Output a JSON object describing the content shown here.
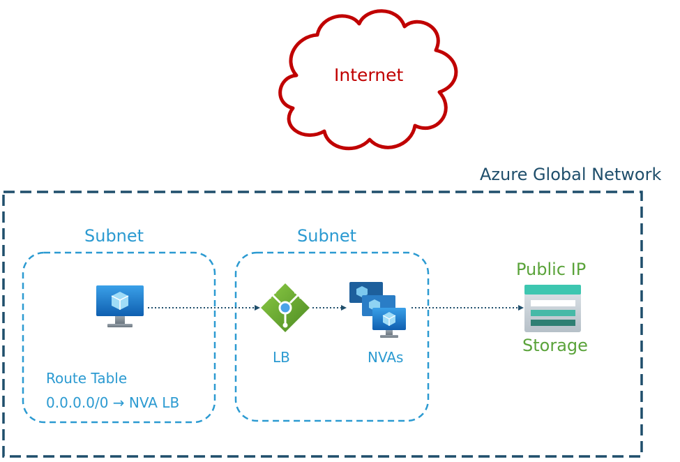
{
  "internet": {
    "label": "Internet"
  },
  "network": {
    "label": "Azure Global Network"
  },
  "subnets": [
    {
      "label": "Subnet"
    },
    {
      "label": "Subnet"
    }
  ],
  "route_table": {
    "title": "Route Table",
    "route": "0.0.0.0/0 → NVA LB"
  },
  "load_balancer": {
    "label": "LB",
    "icon": "load-balancer-icon"
  },
  "nvas": {
    "label": "NVAs",
    "icon": "virtual-machines-icon"
  },
  "vm": {
    "icon": "virtual-machine-icon"
  },
  "public_ip": {
    "label": "Public IP"
  },
  "storage": {
    "label": "Storage",
    "icon": "storage-account-icon"
  },
  "colors": {
    "internet": "#c00000",
    "network_border": "#1f4e6b",
    "subnet": "#2b9ad1",
    "service": "#5aa33a",
    "arrow": "#1f4e6b"
  }
}
